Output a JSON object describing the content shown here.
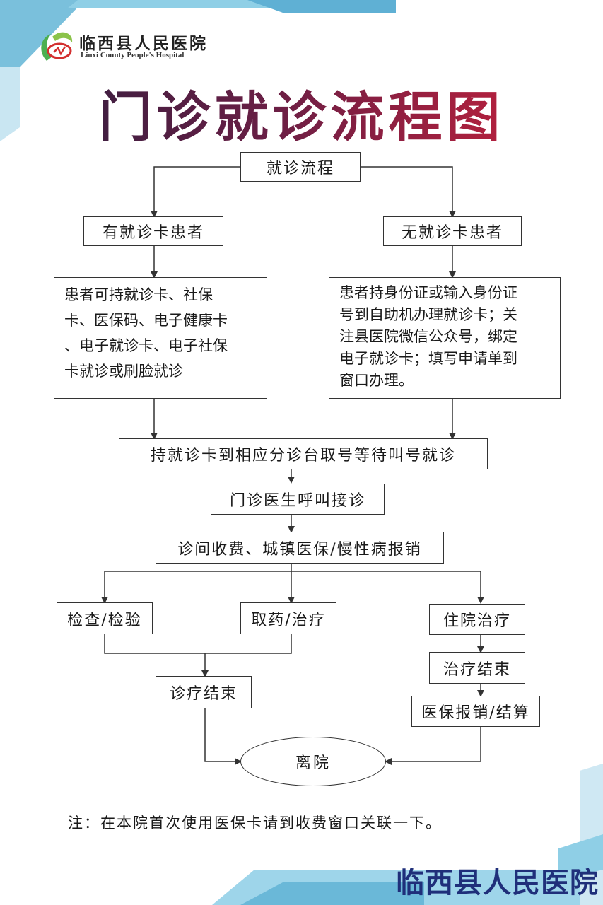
{
  "header": {
    "logo_cn": "临西县人民医院",
    "logo_en": "Linxi County People's Hospital",
    "title": "门诊就诊流程图"
  },
  "flow": {
    "start": "就诊流程",
    "with_card": "有就诊卡患者",
    "without_card": "无就诊卡患者",
    "with_card_desc": [
      "患者可持就诊卡、社保",
      "卡、医保码、电子健康卡",
      "、电子就诊卡、电子社保",
      "卡就诊或刷脸就诊"
    ],
    "without_card_desc": [
      "患者持身份证或输入身份证",
      "号到自助机办理就诊卡；关",
      "注县医院微信公众号，绑定",
      "电子就诊卡；填写申请单到",
      "窗口办理。"
    ],
    "queue": "持就诊卡到相应分诊台取号等待叫号就诊",
    "doctor": "门诊医生呼叫接诊",
    "billing": "诊间收费、城镇医保/慢性病报销",
    "exam": "检查/检验",
    "medicine": "取药/治疗",
    "hospitalize": "住院治疗",
    "treatment_end": "治疗结束",
    "settlement": "医保报销/结算",
    "diagnosis_end": "诊疗结束",
    "leave": "离院"
  },
  "note": "注：在本院首次使用医保卡请到收费窗口关联一下。",
  "footer": "临西县人民医院",
  "colors": {
    "title_start": "#2a1d3e",
    "title_end": "#d0203a",
    "accent_blue": "#8fcfe6",
    "footer_text": "#1f2f7a"
  }
}
